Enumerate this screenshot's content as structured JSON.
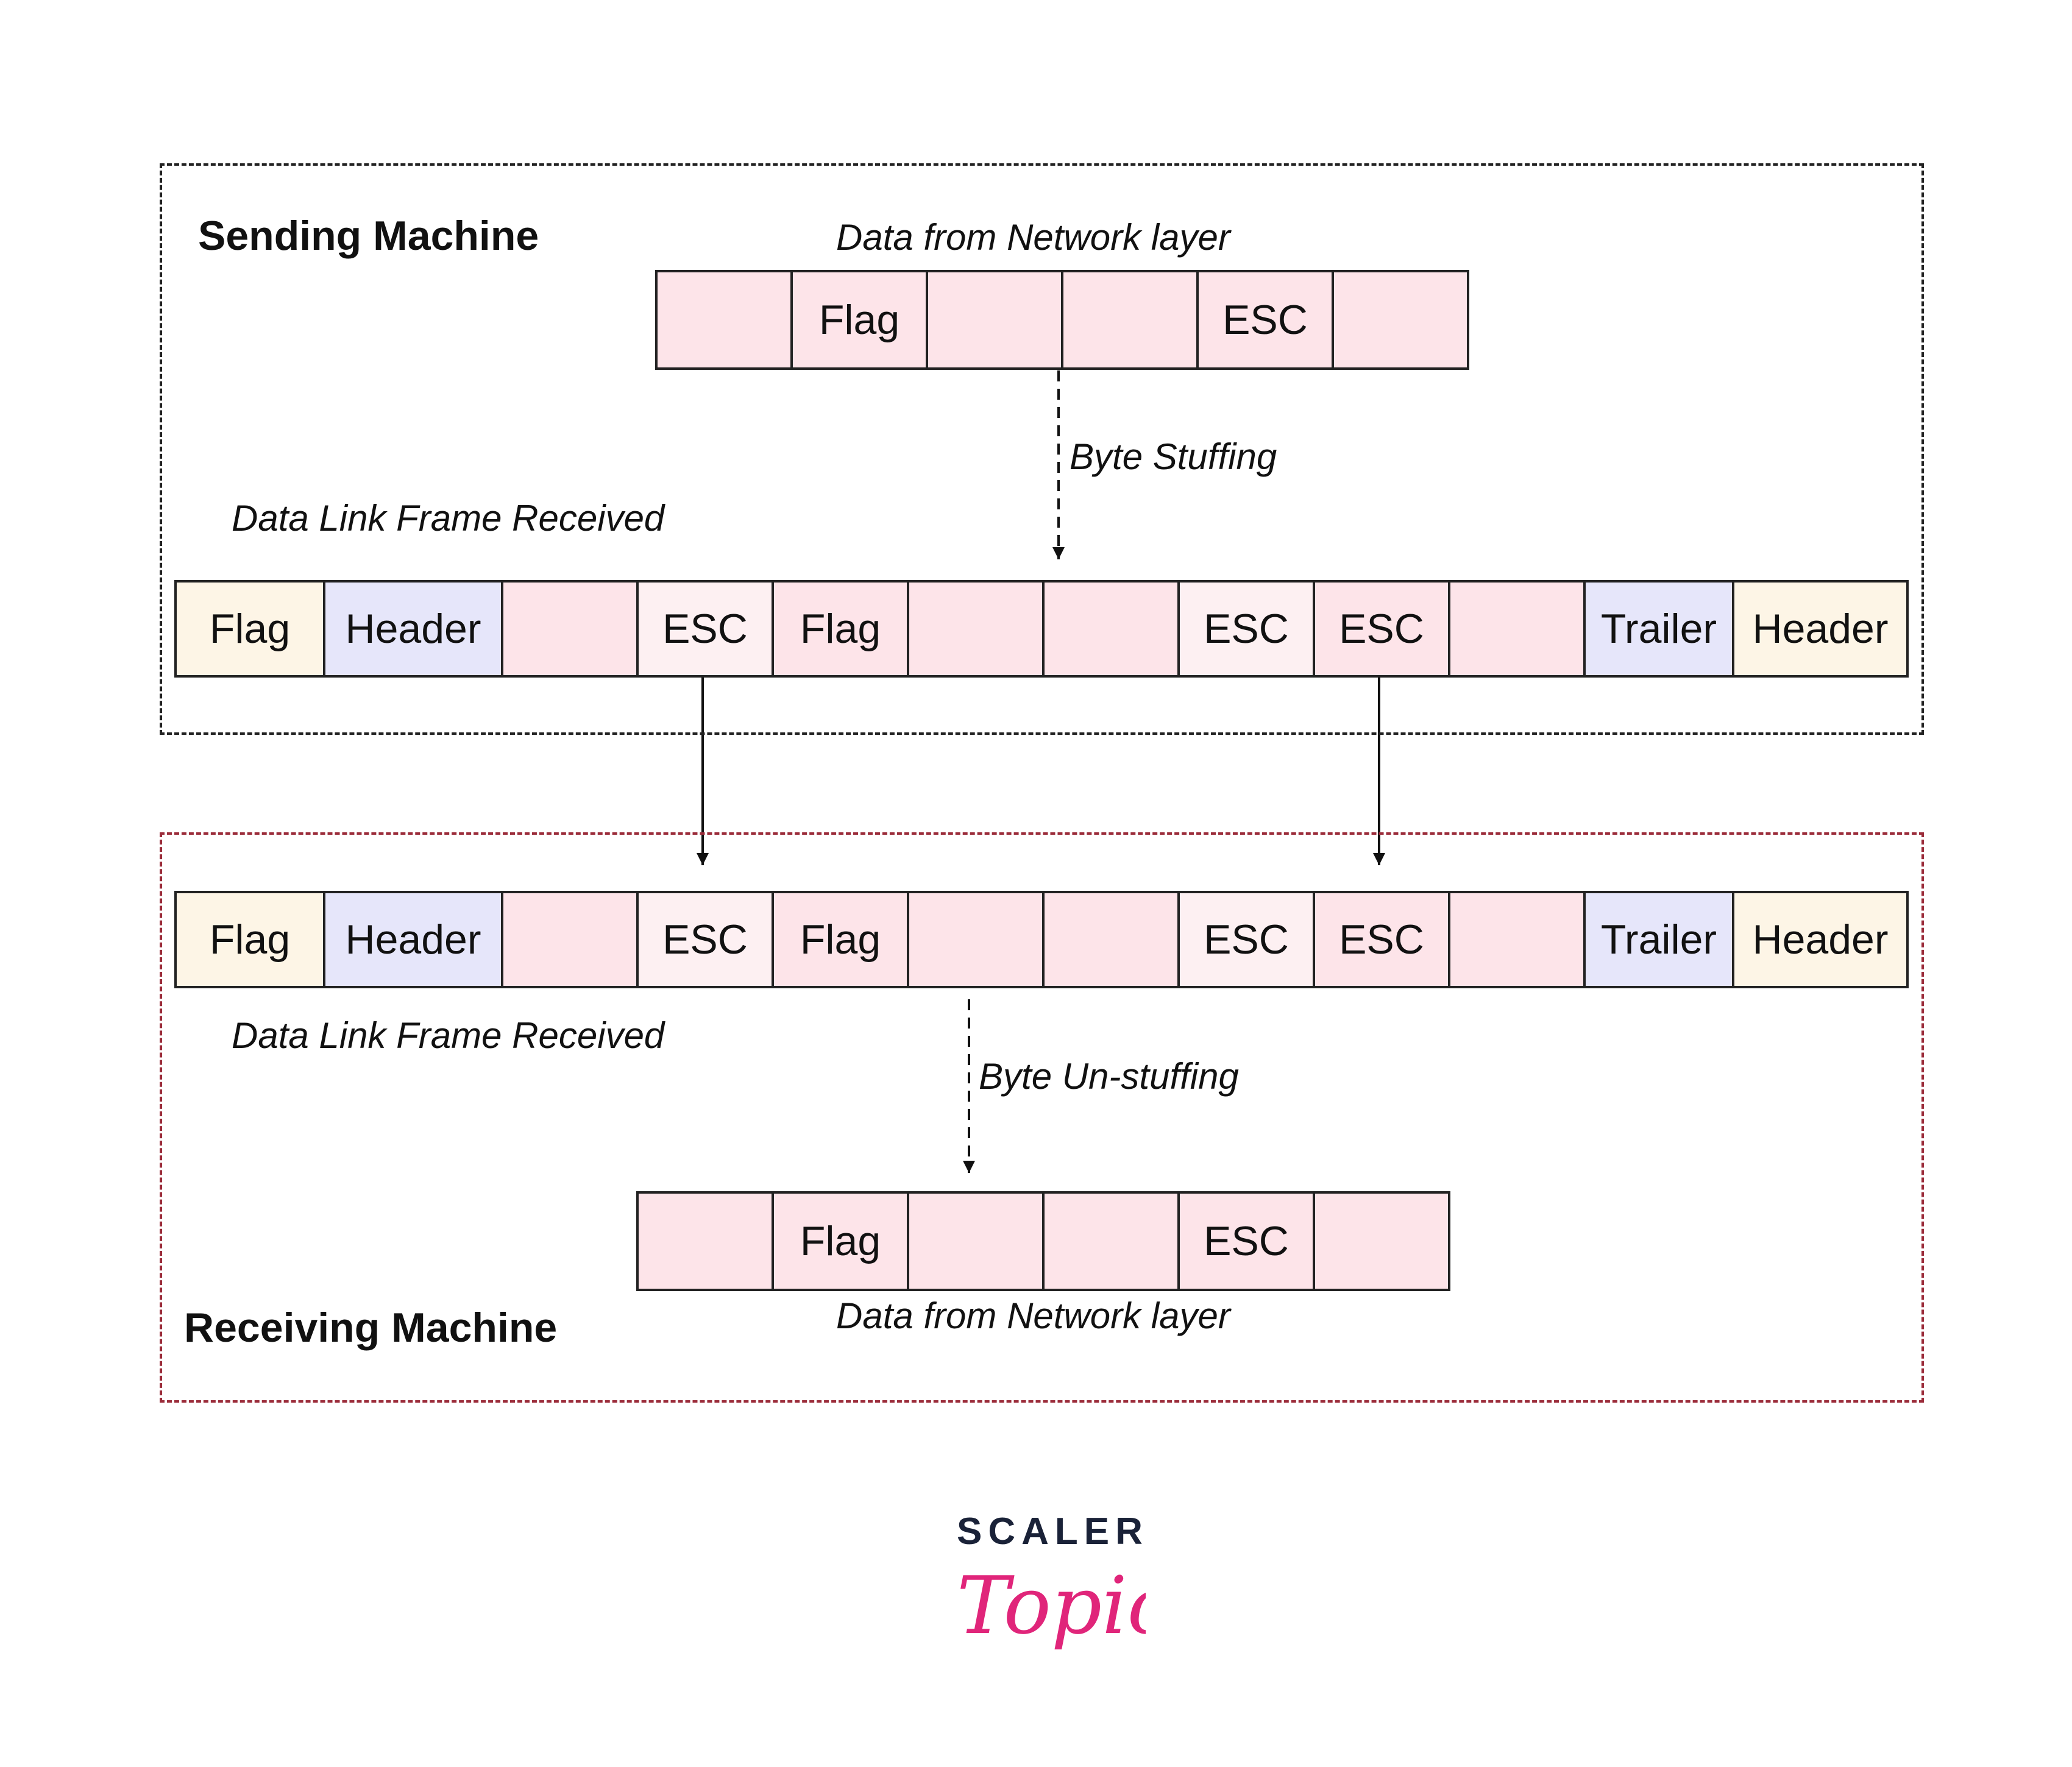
{
  "sending": {
    "title": "Sending Machine",
    "input_caption": "Data from Network layer",
    "stuffing_label": "Byte Stuffing",
    "frame_caption": "Data Link Frame Received",
    "input_cells": [
      "",
      "Flag",
      "",
      "",
      "ESC",
      ""
    ],
    "frame_cells": [
      "Flag",
      "Header",
      "",
      "ESC",
      "Flag",
      "",
      "",
      "ESC",
      "ESC",
      "",
      "Trailer",
      "Header"
    ]
  },
  "receiving": {
    "title": "Receiving Machine",
    "frame_caption": "Data Link Frame Received",
    "unstuffing_label": "Byte Un-stuffing",
    "output_caption": "Data from Network layer",
    "frame_cells": [
      "Flag",
      "Header",
      "",
      "ESC",
      "Flag",
      "",
      "",
      "ESC",
      "ESC",
      "",
      "Trailer",
      "Header"
    ],
    "output_cells": [
      "",
      "Flag",
      "",
      "",
      "ESC",
      ""
    ]
  },
  "logo": {
    "brand_top": "SCALER",
    "brand_bottom": "Topics"
  },
  "colors": {
    "payload": "#fde4e9",
    "stuffed_escape": "#fdf0f2",
    "flag": "#fdf5e6",
    "header_trailer": "#e6e6fa",
    "recv_border": "#9b2c3a",
    "brand_pink": "#e0257a",
    "brand_dark": "#1a2238"
  }
}
